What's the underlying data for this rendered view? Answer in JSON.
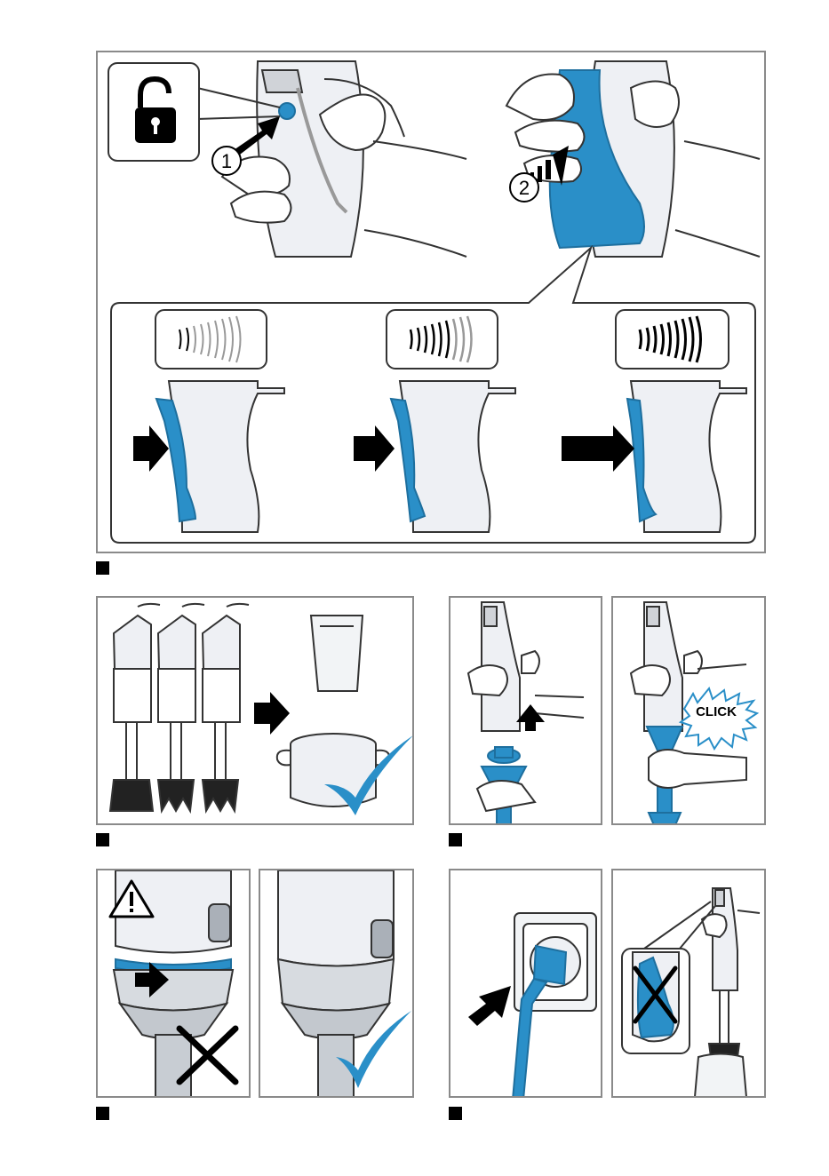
{
  "colors": {
    "accent": "#2a8fc8",
    "accent_dark": "#1e6f9e",
    "check": "#2a8fc8",
    "outline": "#333333",
    "panel_border": "#8a8a8a",
    "skin": "#ffffff",
    "device": "#eef0f4"
  },
  "figure1": {
    "step1_label": "1",
    "step2_label": "2",
    "speed_levels": [
      "low",
      "medium",
      "high"
    ],
    "lock_icon": "unlock-icon"
  },
  "figure3": {
    "click_label": "CLICK"
  },
  "icons": {
    "warning": "warning-icon",
    "check": "check-icon",
    "cross": "cross-icon"
  }
}
